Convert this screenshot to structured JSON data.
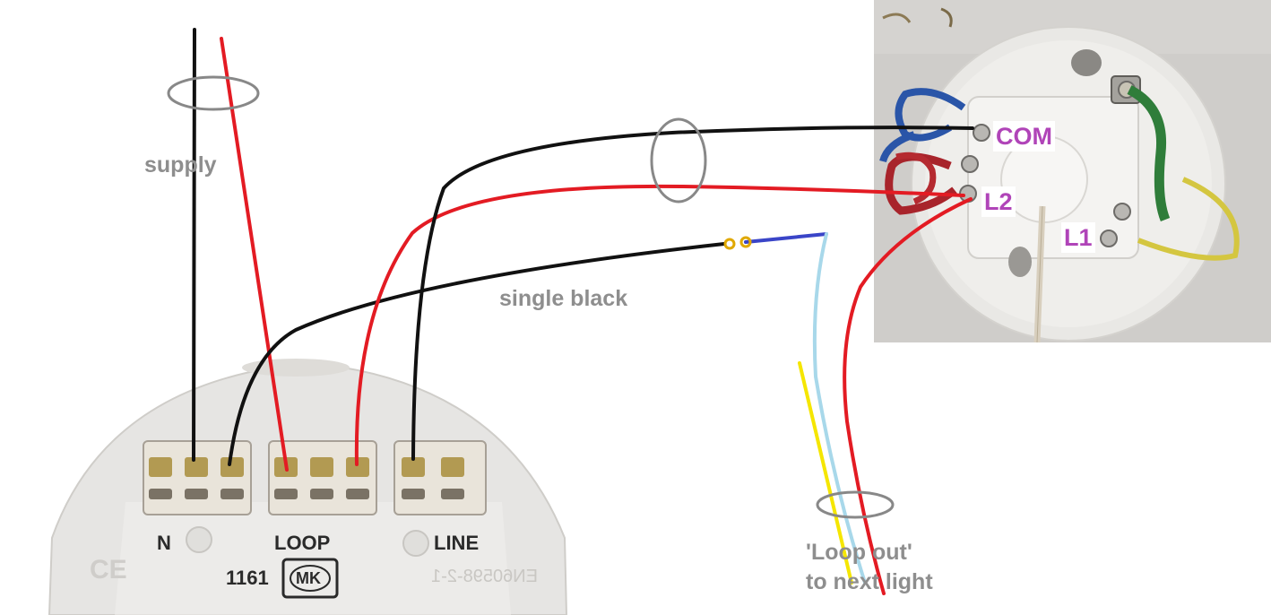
{
  "annotations": {
    "supply": "supply",
    "single_black": "single black",
    "loop_out_line1": "'Loop out'",
    "loop_out_line2": "to next light"
  },
  "ceiling_rose": {
    "terminals": [
      "COM",
      "L2",
      "L1"
    ]
  },
  "switch_plate": {
    "terminal_groups": [
      "N",
      "LOOP",
      "LINE"
    ],
    "model": "1161",
    "brand": "MK",
    "standard": "EN60598-2-1"
  },
  "colors": {
    "live_red": "#e31b23",
    "black": "#111111",
    "blue": "#3a45c8",
    "light_blue": "#a8d8ea",
    "yellow": "#f5e600",
    "ring_grey": "#888888",
    "label_purple": "#b044b8",
    "annotation_grey": "#8e8e8e"
  }
}
